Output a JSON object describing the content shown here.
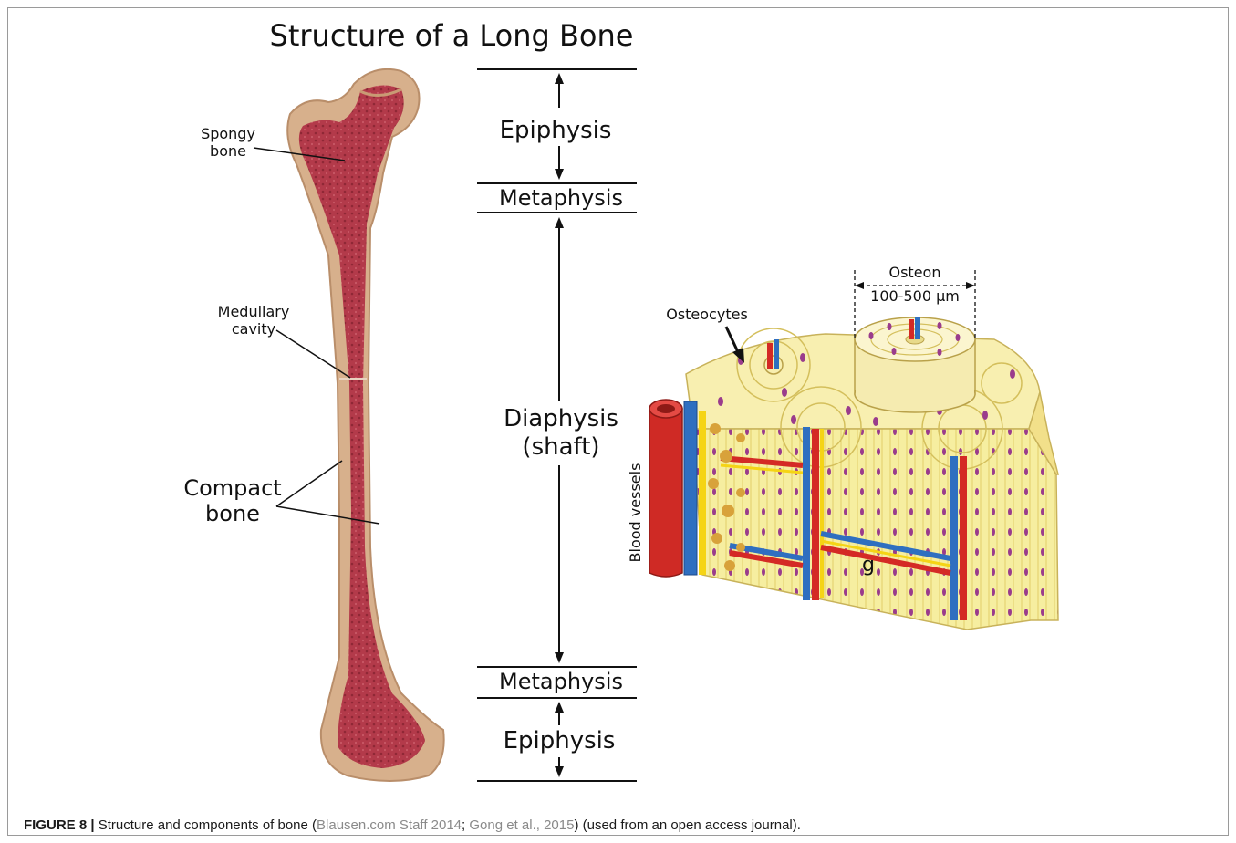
{
  "title": "Structure of a Long Bone",
  "bone_labels": {
    "spongy_line1": "Spongy",
    "spongy_line2": "bone",
    "medullary_line1": "Medullary",
    "medullary_line2": "cavity",
    "compact_line1": "Compact",
    "compact_line2": "bone"
  },
  "regions": {
    "epiphysis_top": "Epiphysis",
    "metaphysis_top": "Metaphysis",
    "diaphysis_line1": "Diaphysis",
    "diaphysis_line2": "(shaft)",
    "metaphysis_bottom": "Metaphysis",
    "epiphysis_bottom": "Epiphysis"
  },
  "osteon_labels": {
    "osteon": "Osteon",
    "size": "100-500 µm",
    "osteocytes": "Osteocytes",
    "blood_vessels": "Blood vessels",
    "g_label": "g"
  },
  "caption": {
    "figure": "FIGURE 8 |",
    "text1": " Structure and components of bone (",
    "ref1": "Blausen.com Staff 2014",
    "sep": "; ",
    "ref2": "Gong et al., 2015",
    "text2": ") (used from an open access journal)."
  },
  "colors": {
    "bone_outer": "#d7b08c",
    "bone_inner": "#b33a4a",
    "osteon_fill": "#f6eea0",
    "artery": "#d42a25",
    "vein": "#2f6fc0",
    "nerve": "#f5d415"
  }
}
